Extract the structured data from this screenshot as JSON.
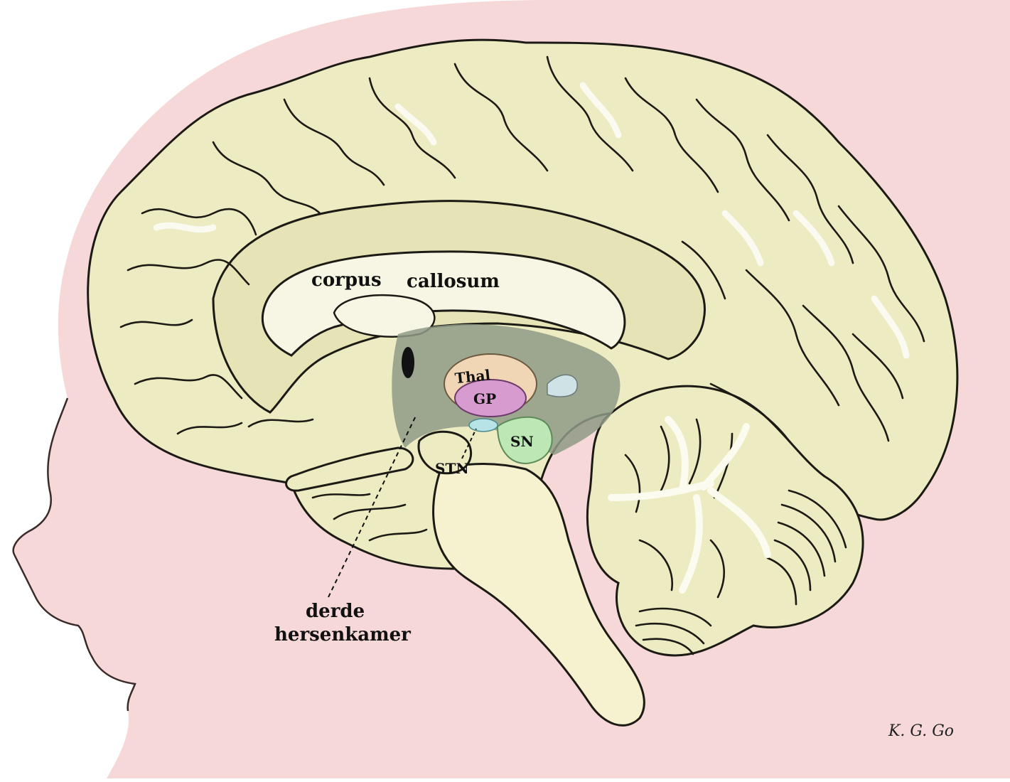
{
  "labels": {
    "corpus": "corpus",
    "callosum": "callosum",
    "thal": "Thal",
    "gp": "GP",
    "sn": "SN",
    "stn": "STN",
    "ventricle_line1": "derde",
    "ventricle_line2": "hersenkamer"
  },
  "signature": "K. G. Go",
  "colors": {
    "skin": "#f6d8d8",
    "brain": "#ecebc2",
    "brain_shadow": "#c9c69a",
    "corpus_callosum": "#f7f6e4",
    "ventricle_dark": "#8f9a86",
    "thalamus": "#f1d6b5",
    "globus_pallidus": "#d79bd0",
    "substantia_nigra": "#bde8b6",
    "stn": "#b7e3e6",
    "brainstem": "#f6f2cf"
  }
}
